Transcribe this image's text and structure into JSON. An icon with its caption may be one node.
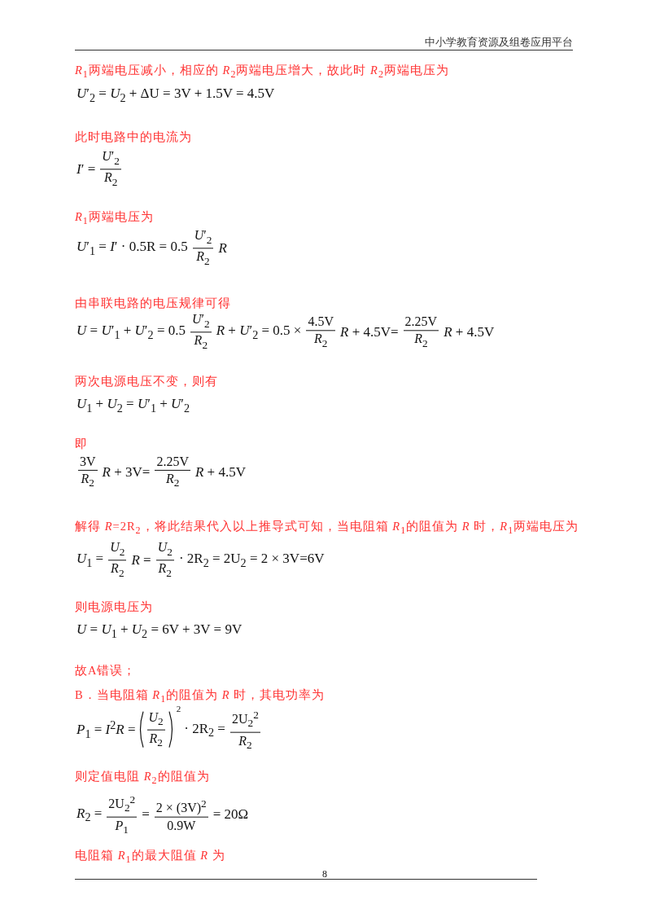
{
  "diagram": {
    "labels": [
      "中小学教育资源及组卷应用平台",
      "*R*$_{1}$两端电压减小，相应的 *R*$_{2}$两端电压增大，故此时 *R*$_{2}$两端电压为",
      "*U*′$_{2}$ = *U*$_{2}$ + ΔU = 3V + 1.5V = 4.5V",
      "此时电路中的电流为",
      "*I*′ =",
      "*U*′$_{2}$",
      "*R*$_{2}$",
      "*R*$_{1}$两端电压为",
      "*U*′$_{1}$ = *I*′ · 0.5R = 0.5",
      "*U*′$_{2}$",
      "*R*$_{2}$",
      "*R*",
      "由串联电路的电压规律可得",
      "*U* = *U*′$_{1}$ + *U*′$_{2}$ = 0.5",
      "*U*′$_{2}$",
      "*R*$_{2}$",
      "*R* + *U*′$_{2}$ = 0.5 ×",
      "4.5V",
      "*R*$_{2}$",
      "*R* + 4.5V=",
      "2.25V",
      "*R*$_{2}$",
      "*R* + 4.5V",
      "两次电源电压不变，则有",
      "*U*$_{1}$ + *U*$_{2}$ = *U*′$_{1}$ + *U*′$_{2}$",
      "即",
      "3V",
      "*R*$_{2}$",
      "*R* + 3V=",
      "2.25V",
      "*R*$_{2}$",
      "*R* + 4.5V",
      "解得 *R*=2R$_{2}$，将此结果代入以上推导式可知，当电阻箱 *R*$_{1}$的阻值为 *R* 时，*R*$_{1}$两端电压为",
      "*U*$_{1}$ =",
      "*U*$_{2}$",
      "*R*$_{2}$",
      "*R* =",
      "*U*$_{2}$",
      "*R*$_{2}$",
      "· 2R$_{2}$ = 2U$_{2}$ = 2 × 3V=6V",
      "则电源电压为",
      "*U* = *U*$_{1}$ + *U*$_{2}$ = 6V + 3V = 9V",
      "故A错误；",
      "B．当电阻箱 *R*$_{1}$的阻值为 *R* 时，其电功率为",
      "*P*$_{1}$ = *I*$^{2}$*R* =",
      "*U*$_{2}$",
      "*R*$_{2}$",
      "2",
      "· 2R$_{2}$ =",
      "2U$_{2}$$^{2}$",
      "*R*$_{2}$",
      "则定值电阻 *R*$_{2}$的阻值为",
      "*R*$_{2}$ =",
      "2U$_{2}$$^{2}$",
      "*P*$_{1}$",
      "=",
      "2 × (3V)$^{2}$",
      "0.9W",
      "= 20Ω",
      "电阻箱 *R*$_{1}$的最大阻值 *R* 为",
      "8"
    ]
  }
}
